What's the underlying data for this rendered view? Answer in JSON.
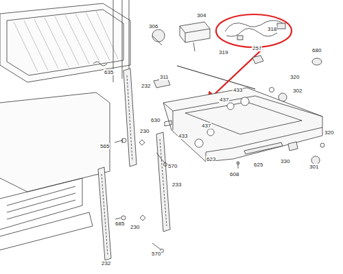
{
  "diagram": {
    "labels": [
      "306",
      "304",
      "318",
      "257",
      "680",
      "319",
      "635",
      "311",
      "320",
      "302",
      "232",
      "433",
      "437",
      "630",
      "437",
      "433",
      "320",
      "230",
      "565",
      "570",
      "623",
      "608",
      "625",
      "330",
      "301",
      "233",
      "685",
      "230",
      "570",
      "232"
    ]
  }
}
